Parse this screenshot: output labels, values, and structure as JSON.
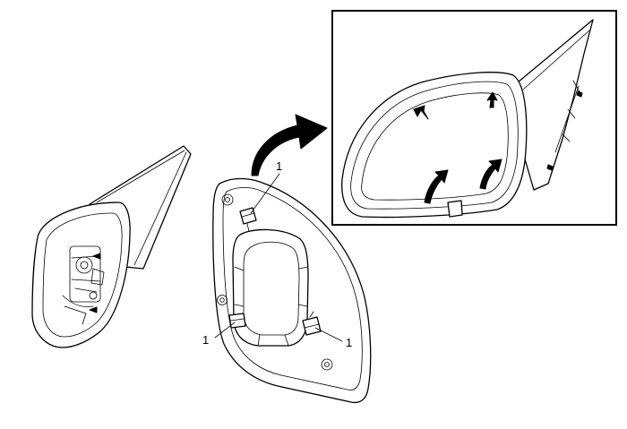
{
  "callouts": [
    {
      "id": "clip-top",
      "label": "1"
    },
    {
      "id": "clip-lower-left",
      "label": "1"
    },
    {
      "id": "clip-lower-right",
      "label": "1"
    }
  ],
  "colors": {
    "line": "#000000",
    "background": "#ffffff"
  },
  "icons": [
    "curved-arrow-icon",
    "arrow-icon"
  ]
}
